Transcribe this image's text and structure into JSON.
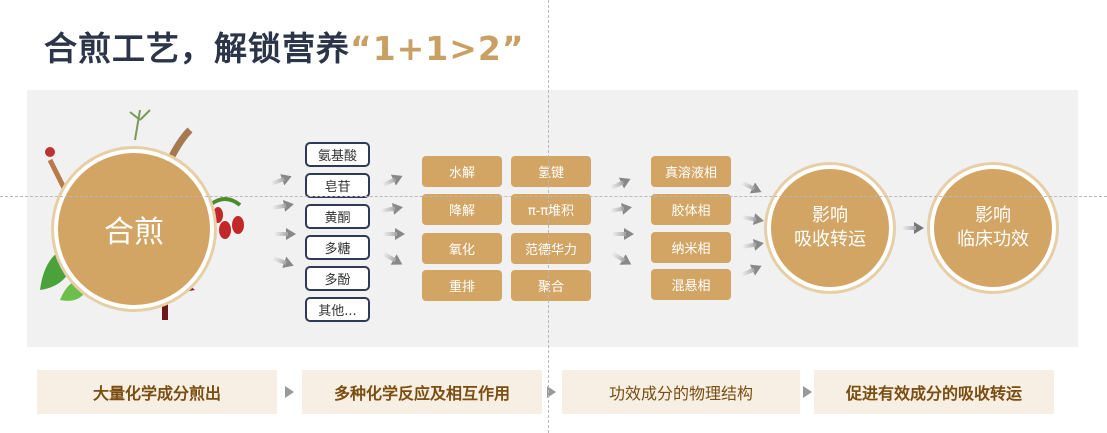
{
  "title": {
    "main": "合煎工艺，解锁营养",
    "highlight": "“1+1>2”"
  },
  "center": {
    "label": "合煎"
  },
  "compounds": [
    "氨基酸",
    "皂苷",
    "黄酮",
    "多糖",
    "多酚",
    "其他..."
  ],
  "reactions": {
    "col1": [
      "水解",
      "降解",
      "氧化",
      "重排"
    ],
    "col2": [
      "氢键",
      "π-π堆积",
      "范德华力",
      "聚合"
    ]
  },
  "phases": [
    "真溶液相",
    "胶体相",
    "纳米相",
    "混悬相"
  ],
  "effects": [
    {
      "line1": "影响",
      "line2": "吸收转运"
    },
    {
      "line1": "影响",
      "line2": "临床功效"
    }
  ],
  "steps": [
    "大量化学成分煎出",
    "多种化学反应及相互作用",
    "功效成分的物理结构",
    "促进有效成分的吸收转运"
  ],
  "colors": {
    "accent": "#d3a565",
    "title": "#2b3448",
    "panel": "#f1f1f1",
    "step_bg": "#f8efe4",
    "step_text": "#7a4e10"
  }
}
